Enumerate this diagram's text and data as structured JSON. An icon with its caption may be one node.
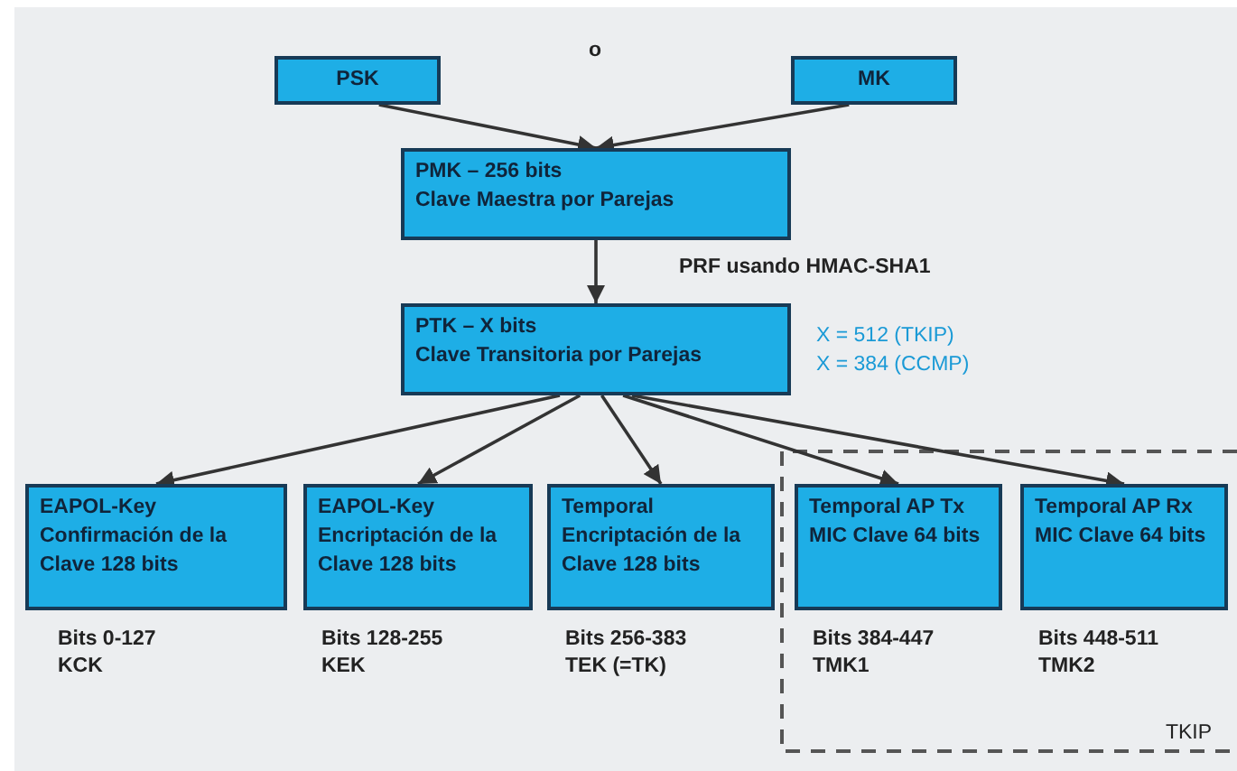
{
  "diagram": {
    "nodes": [
      {
        "text": [
          "PSK"
        ]
      },
      {
        "text": [
          "MK"
        ]
      },
      {
        "text": [
          "PMK – 256 bits",
          "Clave Maestra por Parejas"
        ]
      },
      {
        "text": [
          "PTK – X bits",
          "Clave Transitoria por Parejas"
        ]
      },
      {
        "text": [
          "EAPOL-Key Confirmación de la Clave 128 bits"
        ],
        "beside": [
          "Bits 0-127",
          "KCK"
        ]
      },
      {
        "text": [
          "EAPOL-Key Encriptación de la Clave 128 bits"
        ],
        "beside": [
          "Bits 128-255",
          "KEK"
        ]
      },
      {
        "text": [
          "Temporal Encriptación de la Clave 128 bits"
        ],
        "beside": [
          "Bits 256-383",
          "TEK (=TK)"
        ]
      },
      {
        "text": [
          "TKIP"
        ]
      },
      {
        "text": [
          "Temporal AP Tx MIC Clave 64 bits"
        ],
        "beside": [
          "Bits 384-447",
          "TMK1"
        ],
        "in": 7
      },
      {
        "text": [
          "Temporal AP Rx MIC Clave 64 bits"
        ],
        "beside": [
          "Bits 448-511",
          "TMK2"
        ],
        "in": 7
      }
    ],
    "edges": [
      {
        "from": 0,
        "to": 2,
        "arrow": "to"
      },
      {
        "from": 1,
        "to": 2,
        "arrow": "to"
      },
      {
        "from": 2,
        "to": 3,
        "arrow": "to",
        "label": "PRF usando HMAC-SHA1"
      },
      {
        "from": 3,
        "to": 4,
        "arrow": "to"
      },
      {
        "from": 3,
        "to": 5,
        "arrow": "to"
      },
      {
        "from": 3,
        "to": 6,
        "arrow": "to"
      },
      {
        "from": 3,
        "to": 8,
        "arrow": "to"
      },
      {
        "from": 3,
        "to": 9,
        "arrow": "to"
      }
    ],
    "labels": [
      "o",
      "X = 512 (TKIP)",
      "X = 384 (CCMP)"
    ]
  }
}
